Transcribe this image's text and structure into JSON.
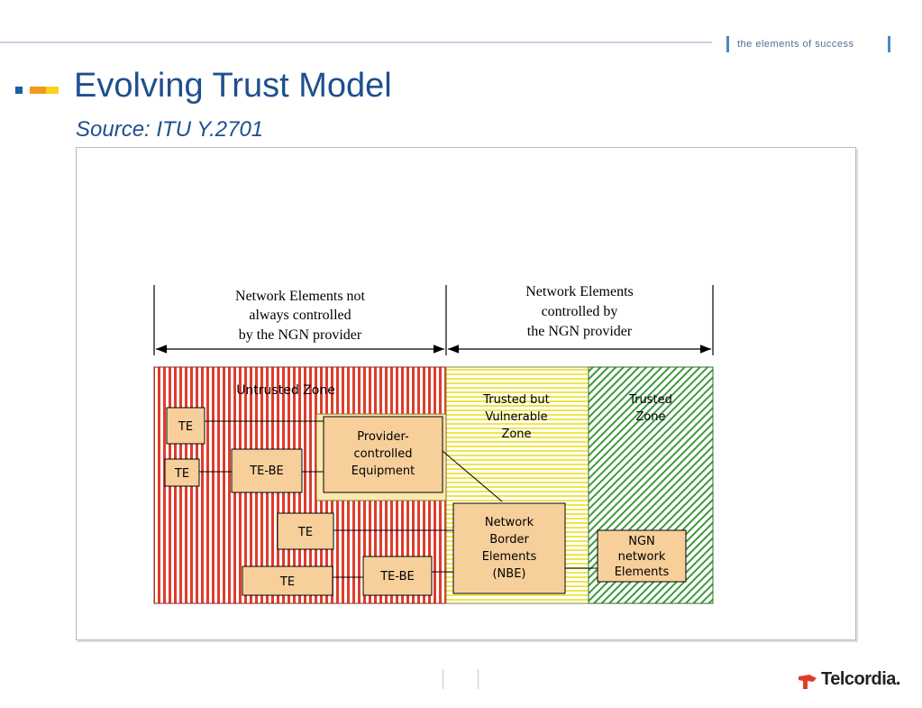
{
  "header": {
    "tagline": "the elements of success"
  },
  "slide": {
    "title": "Evolving Trust Model",
    "subtitle": "Source: ITU Y.2701"
  },
  "diagram": {
    "span_left": [
      "Network Elements not",
      "always controlled",
      "by the NGN provider"
    ],
    "span_right": [
      "Network Elements",
      "controlled by",
      "the NGN provider"
    ],
    "zone_untrusted": "Untrusted Zone",
    "zone_vulnerable": [
      "Trusted but",
      "Vulnerable",
      "Zone"
    ],
    "zone_trusted": [
      "Trusted",
      "Zone"
    ],
    "te": "TE",
    "te_be": "TE-BE",
    "provider_equipment": [
      "Provider-",
      "controlled",
      "Equipment"
    ],
    "nbe": [
      "Network",
      "Border",
      "Elements",
      "(NBE)"
    ],
    "ngn": [
      "NGN",
      "network",
      "Elements"
    ]
  },
  "footer": {
    "brand": "Telcordia."
  },
  "colors": {
    "title": "#1f4f8d",
    "untrusted_hatch": "#e03c2c",
    "vulnerable_hatch": "#f0e64a",
    "trusted_hatch": "#3e9a3e",
    "box_fill": "#f7cf9a"
  }
}
